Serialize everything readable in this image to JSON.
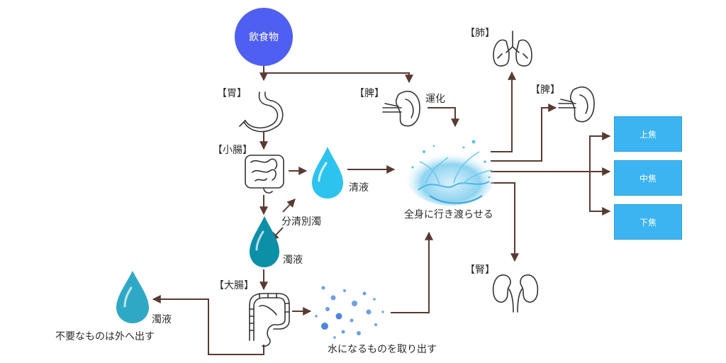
{
  "nodes": {
    "food": "飲食物",
    "stomach": "【胃】",
    "small_intestine": "【小腸】",
    "large_intestine": "【大腸】",
    "spleen": "【脾】",
    "lung": "【肺】",
    "spleen_right": "【脾】",
    "kidney": "【腎】"
  },
  "labels": {
    "transport": "運化",
    "clear_fluid": "清液",
    "separate": "分清別濁",
    "turbid_fluid_mid": "濁液",
    "turbid_fluid_left": "濁液",
    "excrete": "不要なものは外へ出す",
    "extract_water": "水になるものを取り出す",
    "distribute": "全身に行き渡らせる"
  },
  "jiao": {
    "upper": "上焦",
    "middle": "中焦",
    "lower": "下焦"
  },
  "colors": {
    "arrow": "#5a3a32",
    "start_node": "#4f5ff2",
    "jiao_box": "#3db4f2",
    "drop_light": "#2cc3ee",
    "drop_dark": "#0d8fa8",
    "drop_left": "#2fa8c6",
    "organ_line": "#333333"
  }
}
